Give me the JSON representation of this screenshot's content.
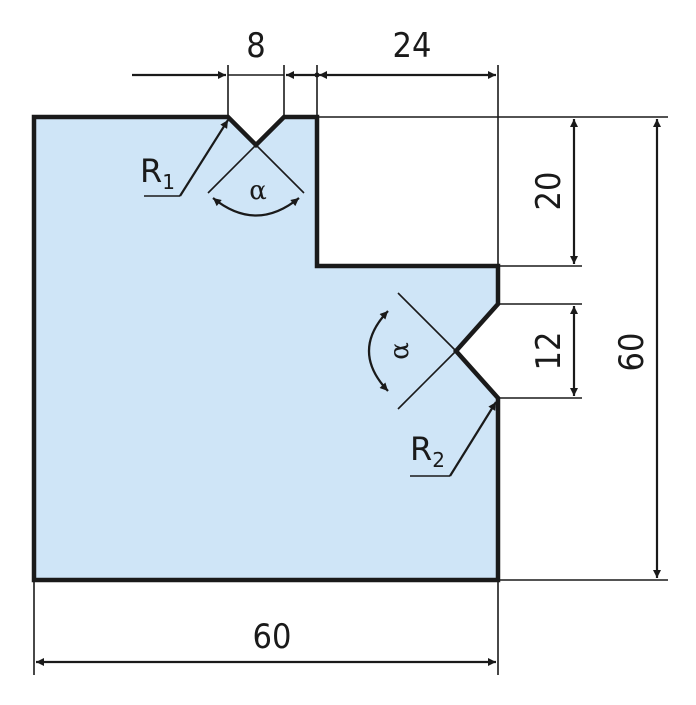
{
  "dimensions": {
    "notch_width": "8",
    "step_width": "24",
    "step_depth": "20",
    "side_notch": "12",
    "total_height": "60",
    "total_width": "60"
  },
  "labels": {
    "radius_1": "R",
    "radius_1_sub": "1",
    "radius_2": "R",
    "radius_2_sub": "2",
    "angle_top": "α",
    "angle_side": "α"
  },
  "colors": {
    "part_fill": "#cfe5f7",
    "outline": "#1a1a1a"
  }
}
